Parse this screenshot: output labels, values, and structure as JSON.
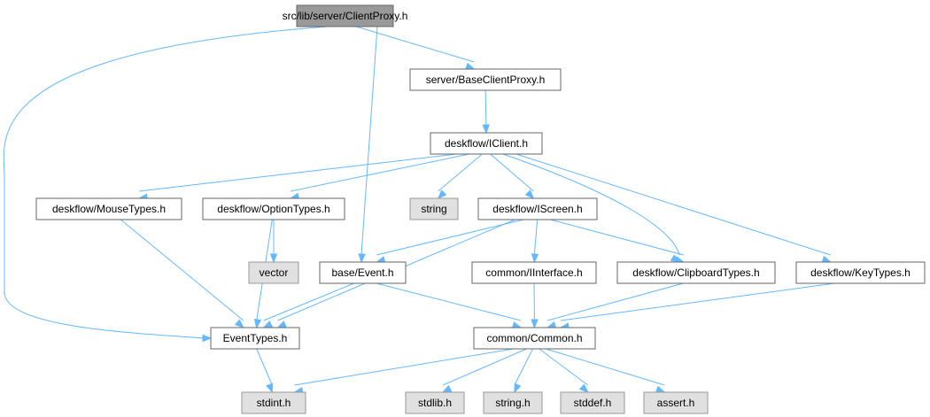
{
  "colors": {
    "root_fill": "#999999",
    "root_stroke": "#666666",
    "node_fill": "#ffffff",
    "node_stroke": "#666666",
    "system_fill": "#e0e0e0",
    "system_stroke": "#999999",
    "edge": "#63b8ff",
    "text": "#000000"
  },
  "nodes": [
    {
      "id": "clientproxy",
      "label": "src/lib/server/ClientProxy.h",
      "kind": "root"
    },
    {
      "id": "baseclientproxy",
      "label": "server/BaseClientProxy.h",
      "kind": "file"
    },
    {
      "id": "iclient",
      "label": "deskflow/IClient.h",
      "kind": "file"
    },
    {
      "id": "mousetypes",
      "label": "deskflow/MouseTypes.h",
      "kind": "file"
    },
    {
      "id": "optiontypes",
      "label": "deskflow/OptionTypes.h",
      "kind": "file"
    },
    {
      "id": "string",
      "label": "string",
      "kind": "system"
    },
    {
      "id": "iscreen",
      "label": "deskflow/IScreen.h",
      "kind": "file"
    },
    {
      "id": "vector",
      "label": "vector",
      "kind": "system"
    },
    {
      "id": "event",
      "label": "base/Event.h",
      "kind": "file"
    },
    {
      "id": "iinterface",
      "label": "common/IInterface.h",
      "kind": "file"
    },
    {
      "id": "clipboardtypes",
      "label": "deskflow/ClipboardTypes.h",
      "kind": "file"
    },
    {
      "id": "keytypes",
      "label": "deskflow/KeyTypes.h",
      "kind": "file"
    },
    {
      "id": "eventtypes",
      "label": "EventTypes.h",
      "kind": "file"
    },
    {
      "id": "common",
      "label": "common/Common.h",
      "kind": "file"
    },
    {
      "id": "stdint",
      "label": "stdint.h",
      "kind": "system"
    },
    {
      "id": "stdlib",
      "label": "stdlib.h",
      "kind": "system"
    },
    {
      "id": "stringh",
      "label": "string.h",
      "kind": "system"
    },
    {
      "id": "stddef",
      "label": "stddef.h",
      "kind": "system"
    },
    {
      "id": "assert",
      "label": "assert.h",
      "kind": "system"
    }
  ],
  "edges": [
    {
      "from": "clientproxy",
      "to": "baseclientproxy"
    },
    {
      "from": "clientproxy",
      "to": "event"
    },
    {
      "from": "clientproxy",
      "to": "eventtypes"
    },
    {
      "from": "baseclientproxy",
      "to": "iclient"
    },
    {
      "from": "iclient",
      "to": "mousetypes"
    },
    {
      "from": "iclient",
      "to": "optiontypes"
    },
    {
      "from": "iclient",
      "to": "string"
    },
    {
      "from": "iclient",
      "to": "iscreen"
    },
    {
      "from": "iclient",
      "to": "clipboardtypes"
    },
    {
      "from": "iclient",
      "to": "keytypes"
    },
    {
      "from": "mousetypes",
      "to": "eventtypes"
    },
    {
      "from": "optiontypes",
      "to": "vector"
    },
    {
      "from": "optiontypes",
      "to": "eventtypes"
    },
    {
      "from": "iscreen",
      "to": "event"
    },
    {
      "from": "iscreen",
      "to": "eventtypes"
    },
    {
      "from": "iscreen",
      "to": "iinterface"
    },
    {
      "from": "iscreen",
      "to": "clipboardtypes"
    },
    {
      "from": "event",
      "to": "eventtypes"
    },
    {
      "from": "event",
      "to": "common"
    },
    {
      "from": "iinterface",
      "to": "common"
    },
    {
      "from": "clipboardtypes",
      "to": "common"
    },
    {
      "from": "keytypes",
      "to": "common"
    },
    {
      "from": "eventtypes",
      "to": "stdint"
    },
    {
      "from": "common",
      "to": "stdint"
    },
    {
      "from": "common",
      "to": "stdlib"
    },
    {
      "from": "common",
      "to": "stringh"
    },
    {
      "from": "common",
      "to": "stddef"
    },
    {
      "from": "common",
      "to": "assert"
    }
  ]
}
